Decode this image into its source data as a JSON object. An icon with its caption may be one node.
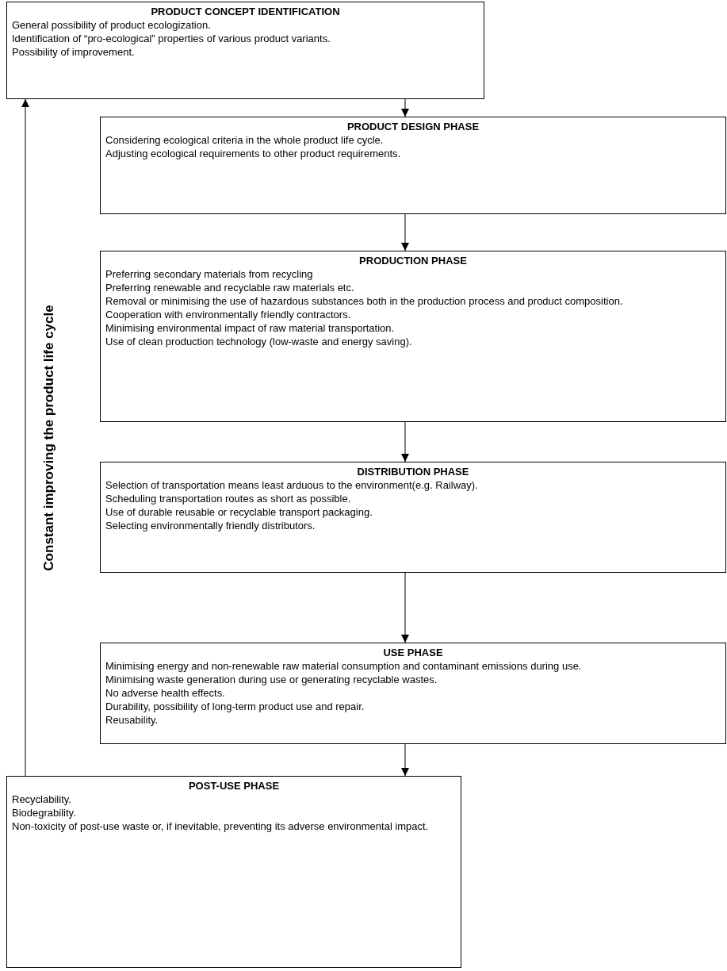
{
  "diagram": {
    "nodes": [
      {
        "text": [
          "PRODUCT CONCEPT IDENTIFICATION",
          "General possibility of product ecologization.",
          "Identification of “pro-ecological” properties of various product variants.",
          "Possibility of improvement."
        ]
      },
      {
        "text": [
          "PRODUCT DESIGN PHASE",
          "Considering ecological criteria in the whole product life cycle.",
          "Adjusting ecological requirements to other product requirements."
        ]
      },
      {
        "text": [
          "PRODUCTION PHASE",
          "Preferring secondary materials from recycling",
          "Preferring renewable and recyclable raw materials etc.",
          "Removal or minimising the use of hazardous substances both in the production process and product composition.",
          "Cooperation with environmentally friendly contractors.",
          "Minimising environmental impact of raw material transportation.",
          "Use of clean production technology (low-waste and energy saving)."
        ]
      },
      {
        "text": [
          "DISTRIBUTION PHASE",
          "Selection of transportation means least arduous to the environment(e.g. Railway).",
          "Scheduling transportation routes  as short as possible.",
          "Use of durable reusable or recyclable transport packaging.",
          "Selecting environmentally friendly distributors."
        ]
      },
      {
        "text": [
          "USE PHASE",
          "Minimising energy and non-renewable raw material consumption and contaminant emissions during use.",
          "Minimising waste generation during use or generating recyclable wastes.",
          "No adverse health effects.",
          "Durability, possibility of long-term product use and repair.",
          "Reusability."
        ]
      },
      {
        "text": [
          "POST-USE PHASE",
          "Recyclability.",
          "Biodegrability.",
          "Non-toxicity of post-use waste or, if inevitable, preventing its adverse environmental impact."
        ]
      }
    ],
    "edges": [
      {
        "from": 0,
        "to": 1,
        "arrow": "to"
      },
      {
        "from": 1,
        "to": 2,
        "arrow": "to"
      },
      {
        "from": 2,
        "to": 3,
        "arrow": "to"
      },
      {
        "from": 3,
        "to": 4,
        "arrow": "to"
      },
      {
        "from": 4,
        "to": 5,
        "arrow": "to"
      },
      {
        "from": 5,
        "to": 0,
        "arrow": "to",
        "label": "Constant improving the product life cycle"
      }
    ]
  }
}
